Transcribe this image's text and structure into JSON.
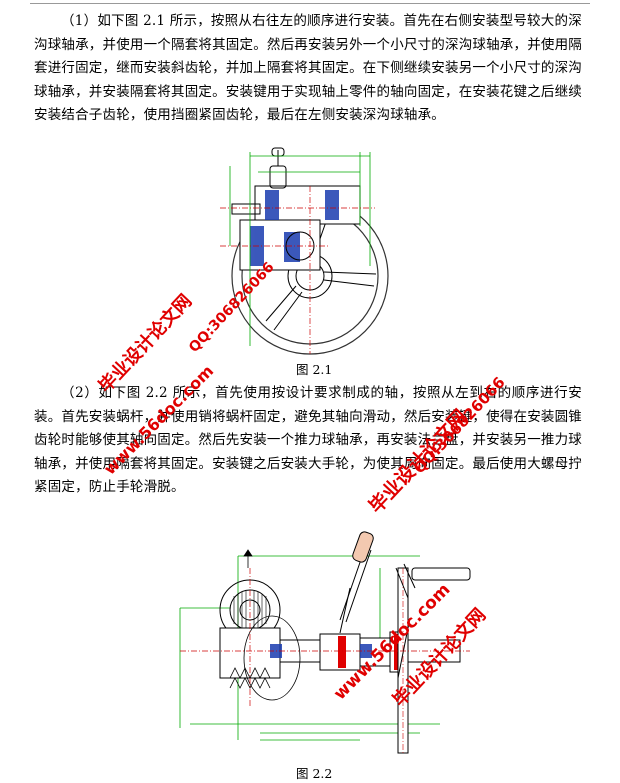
{
  "paragraphs": [
    "（1）如下图 2.1 所示，按照从右往左的顺序进行安装。首先在右侧安装型号较大的深沟球轴承，并使用一个隔套将其固定。然后再安装另外一个小尺寸的深沟球轴承，并使用隔套进行固定，继而安装斜齿轮，并加上隔套将其固定。在下侧继续安装另一个小尺寸的深沟球轴承，并安装隔套将其固定。安装键用于实现轴上零件的轴向固定，在安装花键之后继续安装结合子齿轮，使用挡圈紧固齿轮，最后在左侧安装深沟球轴承。",
    "（2）如下图 2.2 所示，首先使用按设计要求制成的轴，按照从左到右的顺序进行安装。首先安装蜗杆，并使用销将蜗杆固定，避免其轴向滑动，然后安装键，使得在安装圆锥齿轮时能够使其轴向固定。然后先安装一个推力球轴承，再安装法兰盘，并安装另一推力球轴承，并使用隔套将其固定。安装键之后安装大手轮，为使其周向固定。最后使用大螺母拧紧固定，防止手轮滑脱。"
  ],
  "figures": [
    {
      "caption": "图 2.1"
    },
    {
      "caption": "图 2.2"
    }
  ],
  "watermarks": [
    {
      "text": "毕业设计论文网"
    },
    {
      "text": "QQ:306826066"
    },
    {
      "text": "www.56doc.com"
    },
    {
      "text": "毕业设计论文网"
    },
    {
      "text": "QQ:306826066"
    },
    {
      "text": "www.56doc.com"
    },
    {
      "text": "毕业设计论文网"
    }
  ],
  "colors": {
    "watermark": "#e00000",
    "drawing_line": "#000000",
    "dimension_line": "#00aa00",
    "center_line": "#cc0000",
    "hatch": "#0000aa"
  }
}
